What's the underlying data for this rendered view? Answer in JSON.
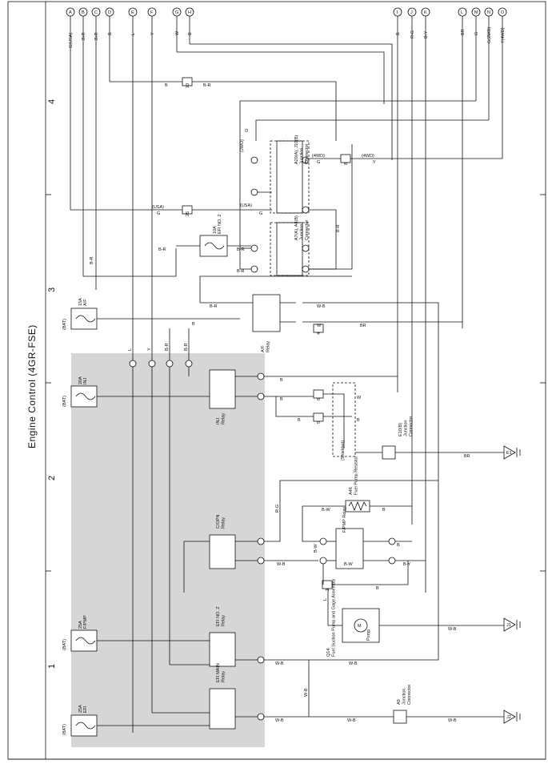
{
  "title": "Engine Control (4GR-FSE)",
  "zones": [
    "1",
    "2",
    "3",
    "4"
  ],
  "top_terminals": [
    "A",
    "B",
    "C",
    "D",
    "E",
    "F",
    "G",
    "H",
    "I",
    "J",
    "K",
    "L",
    "M",
    "N",
    "O"
  ],
  "top_wire_labels": [
    "G(USA)",
    "B-R",
    "B-R",
    "B",
    "L",
    "Y",
    "W",
    "B",
    "B",
    "R-G",
    "B-Y",
    "BR",
    "G",
    "G(2WD)",
    "Y(4WD)"
  ],
  "fuses": [
    {
      "rating": "25A",
      "name": "EFI"
    },
    {
      "rating": "25A",
      "name": "F/PMP"
    },
    {
      "rating": "20A",
      "name": "INJ"
    },
    {
      "rating": "15A",
      "name": "A/F"
    },
    {
      "rating": "10A",
      "name": "EFI NO. 2"
    }
  ],
  "bat_label": "(BAT)",
  "relays": [
    {
      "name": "EFI MAIN\nRelay"
    },
    {
      "name": "EFI NO. 2\nRelay"
    },
    {
      "name": "C/OPN\nRelay"
    },
    {
      "name": "INJ\nRelay"
    },
    {
      "name": "A/F\nRelay"
    },
    {
      "name": "F/PMP Relay"
    }
  ],
  "connectors": [
    "A20(A), J10(B)\nJunction\nConnector",
    "A7(A), A8(B)\nJunction\nConnector",
    "E10(B)\nJunction\nConnector",
    "A9\nJunction\nConnector"
  ],
  "components": {
    "pump_title": "Q14\nFuel Suction Pump and Gage Assembly",
    "pump_label": "Pump",
    "resistor_title": "A46\nFuel Pump Resistor",
    "shielded": "(Shielded)"
  },
  "grounds": [
    "E1",
    "J1",
    "J2"
  ],
  "wire_labels": {
    "wb": "W-B",
    "br": "B-R",
    "bw": "B-W",
    "by": "B-Y",
    "rg": "R-G",
    "b": "B",
    "w": "W",
    "l": "L",
    "y": "Y",
    "g": "G",
    "brn": "BR",
    "usa": "(USA)",
    "twowd": "(2WD)",
    "fourwd": "(4WD)"
  },
  "pin_tags": [
    "1E",
    "1A",
    "2A",
    "1C",
    "1D",
    "1F",
    "1B",
    "4A",
    "5A",
    "8A",
    "7A",
    "1B",
    "2A",
    "25",
    "8",
    "10",
    "5",
    "4",
    "6",
    "3"
  ]
}
